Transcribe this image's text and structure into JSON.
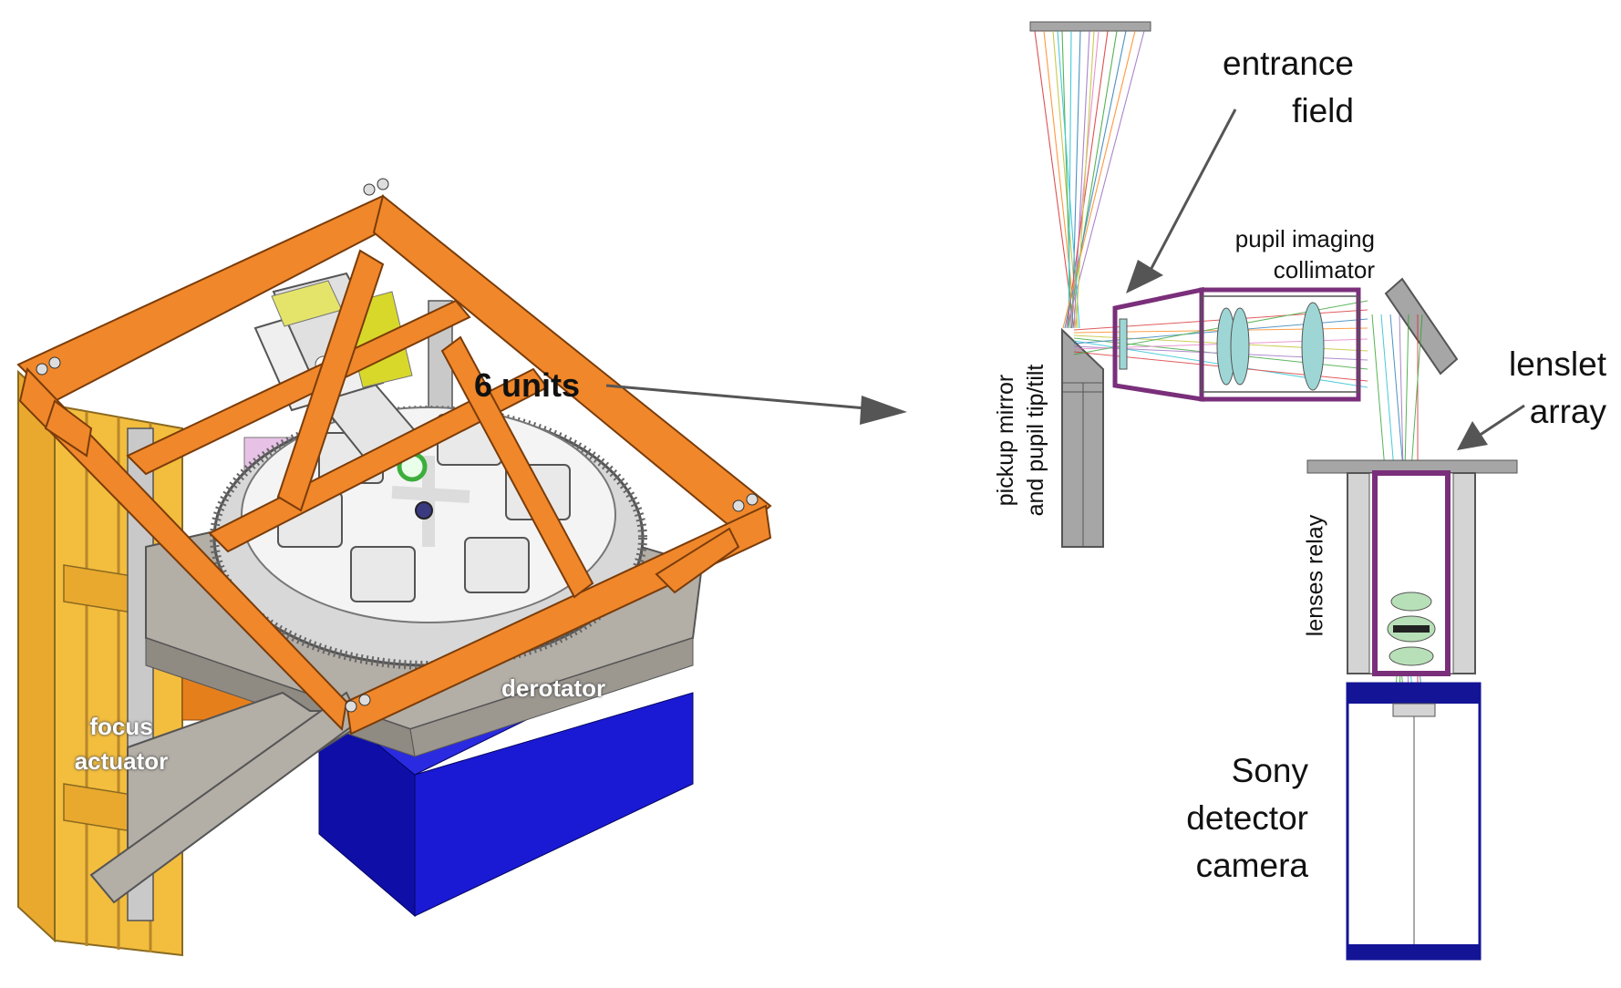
{
  "labels": {
    "units": "6 units",
    "derotator": "derotator",
    "focus_line1": "focus",
    "focus_line2": "actuator",
    "entrance_line1": "entrance",
    "entrance_line2": "field",
    "pupil_line1": "pupil imaging",
    "pupil_line2": "collimator",
    "lenslet_line1": "lenslet",
    "lenslet_line2": "array",
    "pickup_line1": "pickup mirror",
    "pickup_line2": "and pupil tip/tilt",
    "relay": "lenses relay",
    "sony_line1": "Sony",
    "sony_line2": "detector",
    "sony_line3": "camera"
  },
  "colors": {
    "frame_orange": "#f0872a",
    "base_yellow": "#f3bd3e",
    "block_blue": "#1717c8",
    "grey_structure": "#a9a49c",
    "housing_purple": "#7a2f7a",
    "mount_grey": "#a6a6a6",
    "camera_navy": "#141496"
  }
}
